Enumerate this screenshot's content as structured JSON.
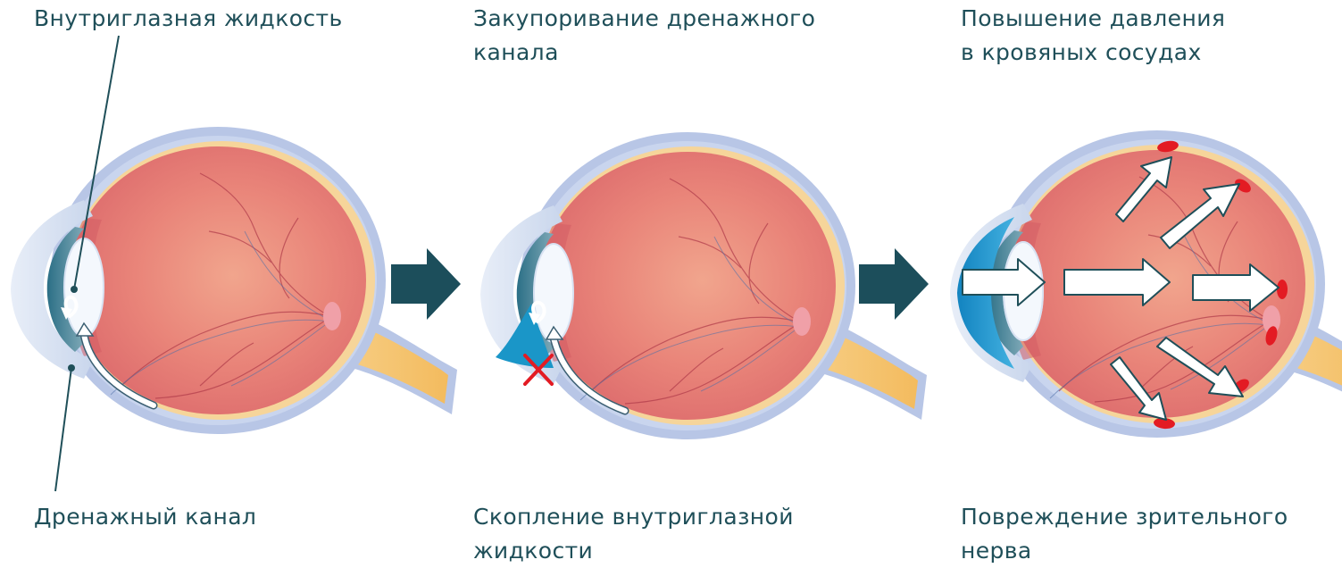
{
  "panels": [
    {
      "top_label": [
        "Внутриглазная жидкость"
      ],
      "bottom_label": [
        "Дренажный канал"
      ]
    },
    {
      "top_label": [
        "Закупоривание дренажного",
        "канала"
      ],
      "bottom_label": [
        "Скопление внутриглазной",
        "жидкости"
      ]
    },
    {
      "top_label": [
        "Повышение давления",
        "в кровяных сосудах"
      ],
      "bottom_label": [
        "Повреждение зрительного",
        "нерва"
      ]
    }
  ],
  "colors": {
    "text": "#1f4f59",
    "arrow": "#1c4e5b",
    "sclera_outer": "#b8c6e6",
    "sclera_band": "#f6d59a",
    "eyeball": "#e27874",
    "eyeball_center": "#f1a58d",
    "cornea": "#2c6f86",
    "cornea_blocked": "#1a96c8",
    "lens": "#f4f8fd",
    "nerve": "#f5c36a",
    "pressure_spot": "#e31b23",
    "block_mark": "#e31b23"
  }
}
